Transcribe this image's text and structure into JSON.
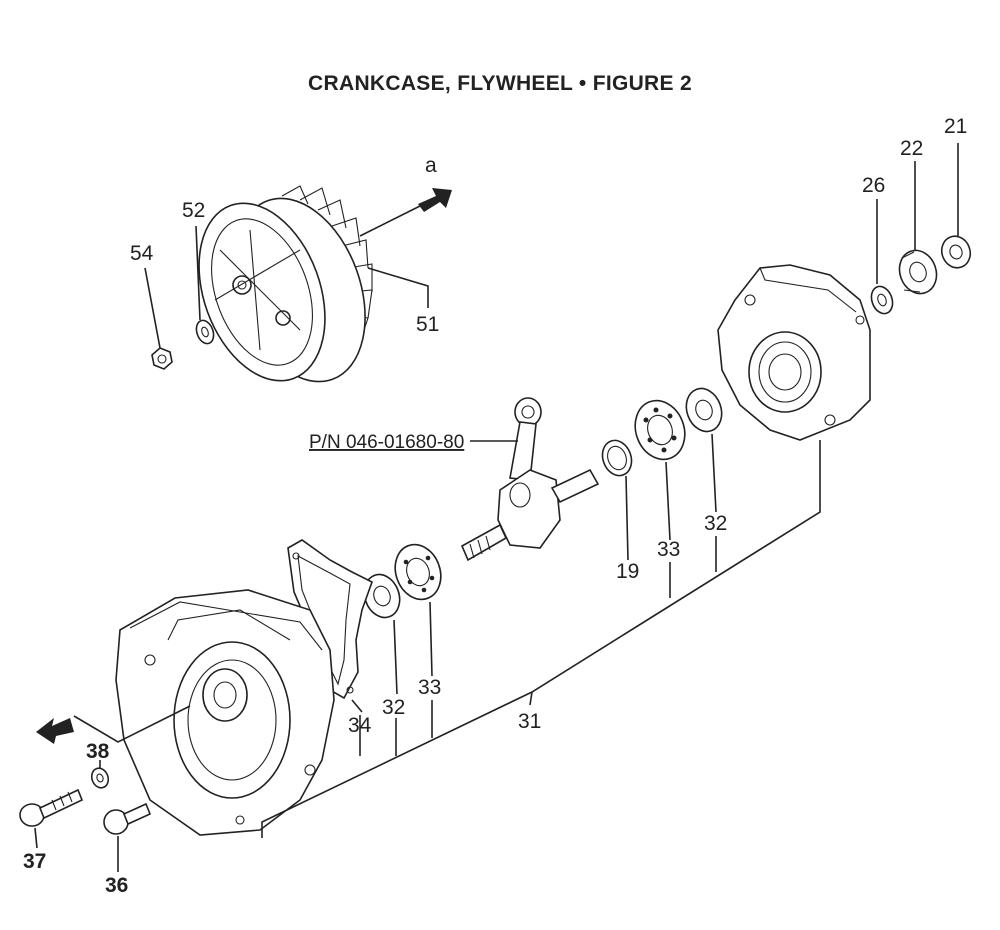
{
  "title": "CRANKCASE, FLYWHEEL  •  FIGURE 2",
  "part_number_callout": "P/N 046-01680-80",
  "view_arrow_label": "a",
  "callouts": {
    "c21": "21",
    "c22": "22",
    "c26": "26",
    "c52": "52",
    "c54": "54",
    "c51": "51",
    "c19": "19",
    "c33_upper": "33",
    "c32_upper": "32",
    "c34": "34",
    "c32_lower": "32",
    "c33_lower": "33",
    "c31": "31",
    "c38": "38",
    "c37": "37",
    "c36": "36"
  }
}
